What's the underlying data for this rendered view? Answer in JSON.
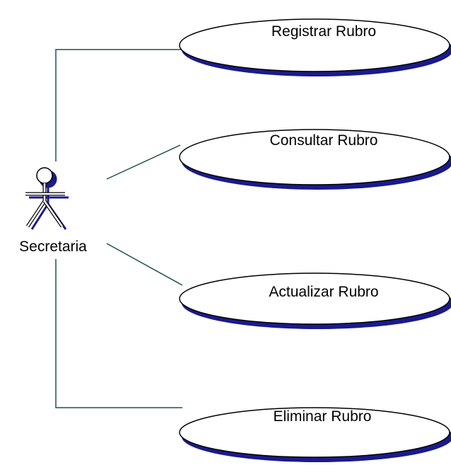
{
  "actor": {
    "name": "Secretaria"
  },
  "use_cases": [
    {
      "label": "Registrar Rubro"
    },
    {
      "label": "Consultar Rubro"
    },
    {
      "label": "Actualizar Rubro"
    },
    {
      "label": "Eliminar Rubro"
    }
  ],
  "colors": {
    "line": "#1f5050",
    "shadow": "#1a1a8c",
    "stroke": "#000000",
    "fill": "#ffffff"
  }
}
